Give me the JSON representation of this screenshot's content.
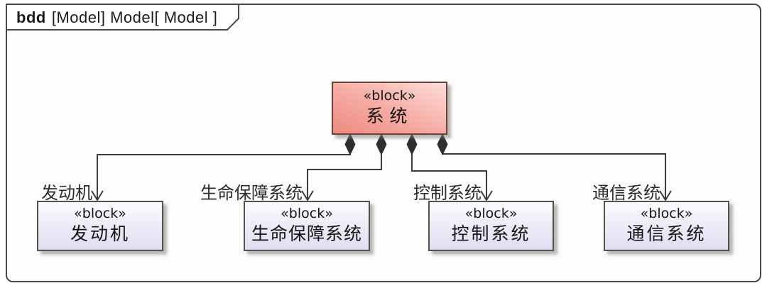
{
  "frame_label": {
    "keyword": "bdd",
    "title": "[Model] Model[ Model ]"
  },
  "root_block": {
    "stereotype": "«block»",
    "name": "系统"
  },
  "blocks": [
    {
      "stereotype": "«block»",
      "name": "发动机",
      "role_label": "发动机"
    },
    {
      "stereotype": "«block»",
      "name": "生命保障系统",
      "role_label": "生命保障系统"
    },
    {
      "stereotype": "«block»",
      "name": "控制系统",
      "role_label": "控制系统"
    },
    {
      "stereotype": "«block»",
      "name": "通信系统",
      "role_label": "通信系统"
    }
  ],
  "relationship_type": "composition",
  "colors": {
    "root_block_fill_light": "#fcdcd7",
    "root_block_fill_mid": "#f5aaa2",
    "root_block_fill_dark": "#ee8a80",
    "root_block_border": "#70413a",
    "child_block_fill_light": "#fafaff",
    "child_block_fill_dark": "#dedef0",
    "child_block_border": "#55504b",
    "connector": "#3c3c3c",
    "frame_border": "#484848"
  }
}
